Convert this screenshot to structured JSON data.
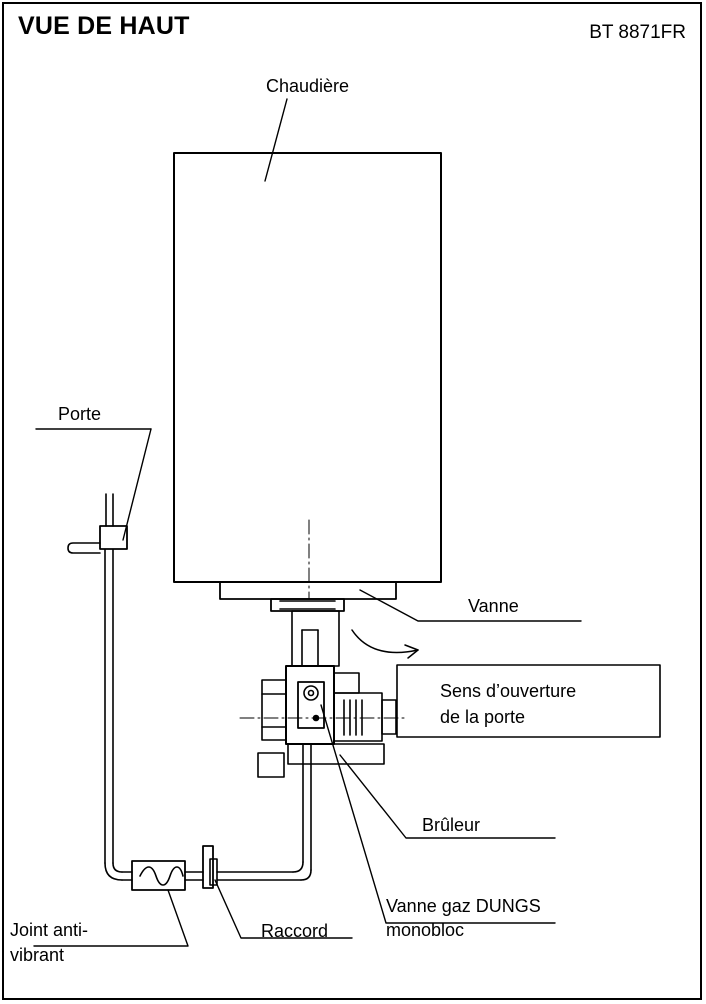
{
  "header": {
    "title": "VUE DE HAUT",
    "doc_ref": "BT 8871FR"
  },
  "labels": {
    "chaudiere": "Chaudière",
    "porte": "Porte",
    "vanne": "Vanne",
    "sens_line1": "Sens d’ouverture",
    "sens_line2": "de la porte",
    "bruleur": "Brûleur",
    "vanne_gaz_line1": "Vanne gaz DUNGS",
    "vanne_gaz_line2": "monobloc",
    "raccord": "Raccord",
    "joint_line1": "Joint anti-",
    "joint_line2": "vibrant"
  },
  "colors": {
    "line": "#000000",
    "background": "#ffffff"
  }
}
